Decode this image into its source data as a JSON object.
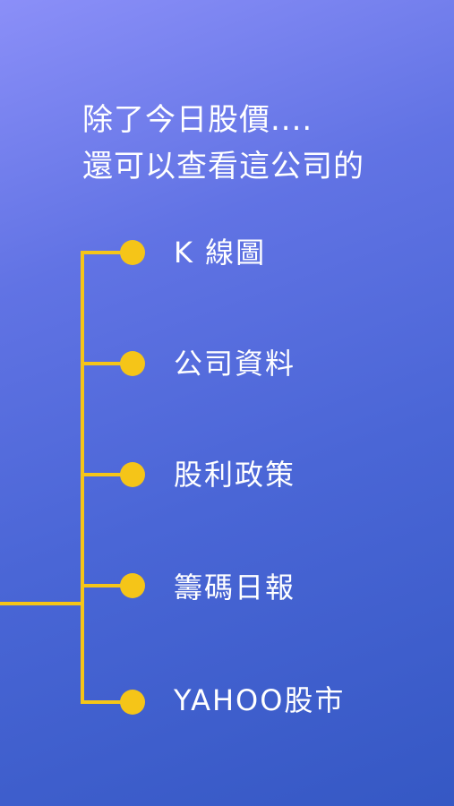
{
  "headline": {
    "line1": "除了今日股價....",
    "line2": "還可以查看這公司的"
  },
  "tree_color": "#f5c518",
  "menu_items": [
    {
      "label": "K 線圖"
    },
    {
      "label": "公司資料"
    },
    {
      "label": "股利政策"
    },
    {
      "label": "籌碼日報"
    },
    {
      "label": "YAHOO股市"
    }
  ]
}
